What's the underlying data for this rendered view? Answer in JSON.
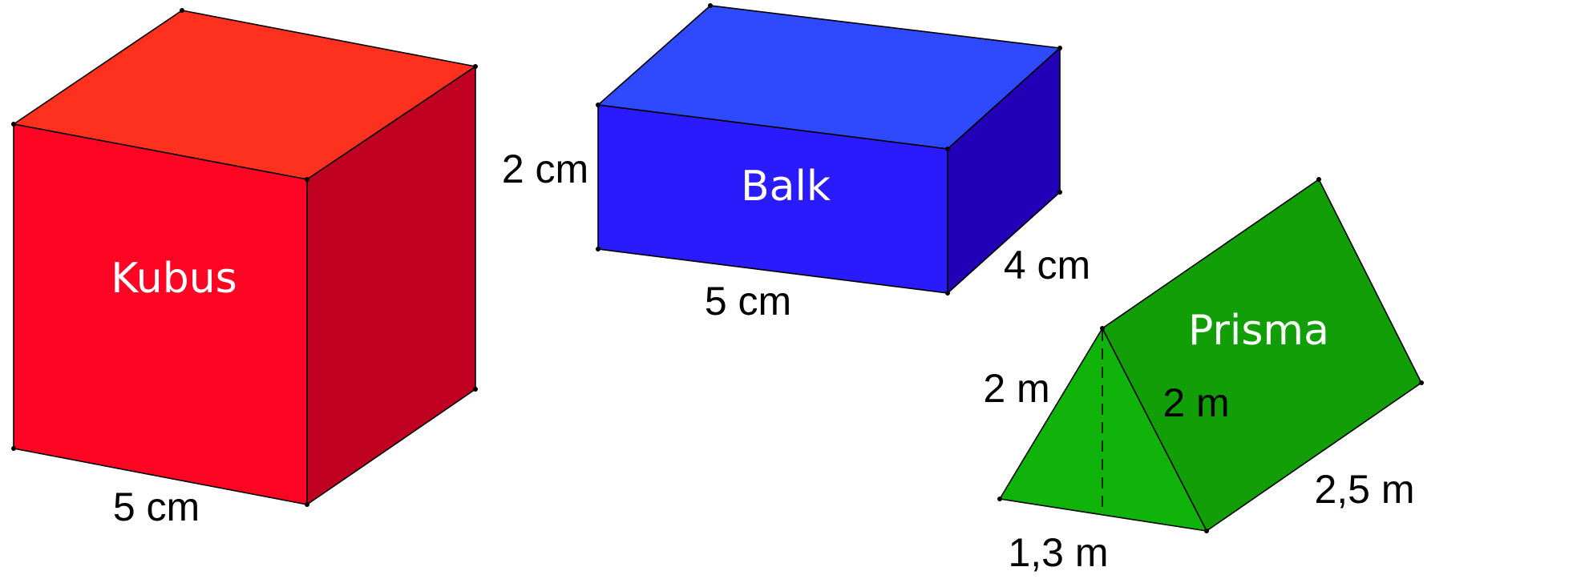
{
  "shapes": {
    "kubus": {
      "name": "Kubus",
      "edge_label": "5 cm",
      "colors": {
        "front": "#FE0623",
        "top": "#FE311E",
        "side": "#C00020"
      }
    },
    "balk": {
      "name": "Balk",
      "height_label": "2 cm",
      "length_label": "5 cm",
      "depth_label": "4 cm",
      "colors": {
        "front": "#2A1BFD",
        "top": "#2F4AFD",
        "side": "#2200B7"
      }
    },
    "prisma": {
      "name": "Prisma",
      "left_side_label": "2 m",
      "right_side_label": "2 m",
      "base_label": "1,3 m",
      "length_label": "2,5 m",
      "colors": {
        "front": "#10B30A",
        "side": "#119E06"
      }
    }
  }
}
